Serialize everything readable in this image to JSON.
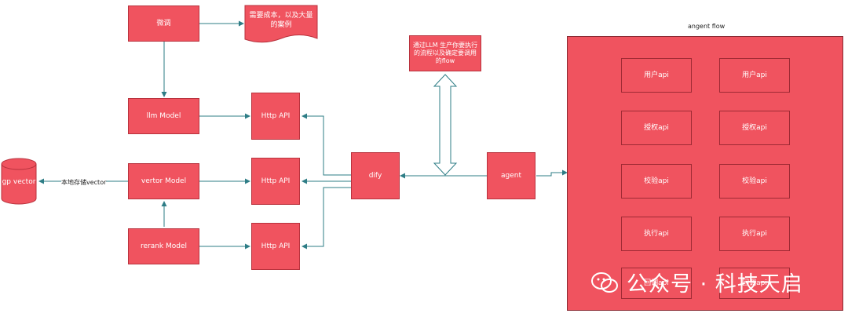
{
  "diagram": {
    "nodes": {
      "weitiao": "微调",
      "cost_note": "需要成本，以及大量的案例",
      "llm_model": "llm Model",
      "vector_model": "vertor Model",
      "rerank_model": "rerank Model",
      "http_api_1": "Http API",
      "http_api_2": "Http API",
      "http_api_3": "Http API",
      "dify": "dify",
      "agent": "agent",
      "gp_vector": "gp vector",
      "llm_note": "通过LLM 生产你要执行的流程以及确定要调用的flow"
    },
    "edge_labels": {
      "store_vector": "本地存储vector"
    },
    "flow": {
      "title": "angent flow",
      "col1": [
        "用户api",
        "授权api",
        "校验api",
        "执行api",
        "回调api"
      ],
      "col2": [
        "用户api",
        "授权api",
        "校验api",
        "执行api",
        "回调api"
      ]
    }
  },
  "watermark": {
    "text": "公众号 · 科技天启"
  },
  "colors": {
    "node_fill": "#f0535f",
    "edge": "#2e7d86"
  }
}
